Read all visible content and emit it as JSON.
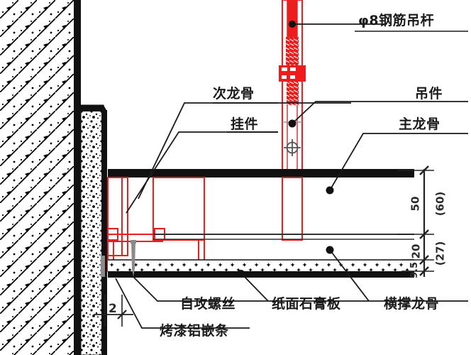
{
  "drawing": {
    "type": "ceiling-suspension-detail-section",
    "colors": {
      "structure_black": "#111111",
      "keel_red": "#ee1c1c",
      "leader_black": "#1a1a1a",
      "screw_gray": "#8a8a8a",
      "hatch_black": "#000000",
      "background": "#ffffff"
    }
  },
  "labels": {
    "hanger_rod": "φ8钢筋吊杆",
    "secondary_keel": "次龙骨",
    "hanging_piece": "挂件",
    "hanger_fitting": "吊件",
    "main_keel": "主龙骨",
    "self_tapping_screw": "自攻螺丝",
    "gypsum_board": "纸面石膏板",
    "cross_bracing_keel": "横撑龙骨",
    "baked_aluminum_insert": "烤漆铝嵌条"
  },
  "dimensions": {
    "main_keel_depth": "50",
    "main_keel_depth_alt": "(60)",
    "secondary_keel_depth": "20",
    "secondary_keel_depth_alt": "(27)",
    "board_thickness": "9.5",
    "trim_gap": "2"
  }
}
